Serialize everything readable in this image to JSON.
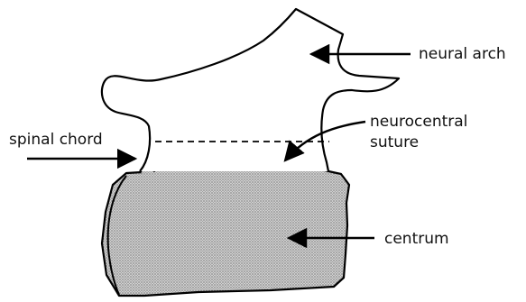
{
  "labels": {
    "neural_arch": "neural arch",
    "spinal_chord": "spinal chord",
    "neurocentral_line1": "neurocentral",
    "neurocentral_line2": "suture",
    "centrum": "centrum"
  }
}
